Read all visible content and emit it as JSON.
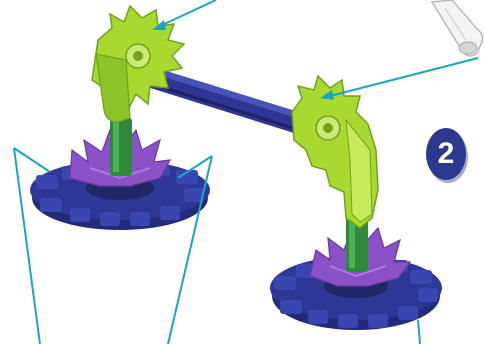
{
  "figure": {
    "step_number": "2",
    "colors": {
      "pointer_line": "#1aa6c2",
      "green_connector": "#a7d92e",
      "green_connector_dark": "#6fa41d",
      "blue_rod": "#2e3592",
      "purple_connector": "#8b52c8",
      "blue_wheel": "#2d3796",
      "badge": "#2b3a8e"
    },
    "parts": [
      "green-connector",
      "blue-rod",
      "purple-connector",
      "blue-wheel",
      "white-rod"
    ]
  }
}
